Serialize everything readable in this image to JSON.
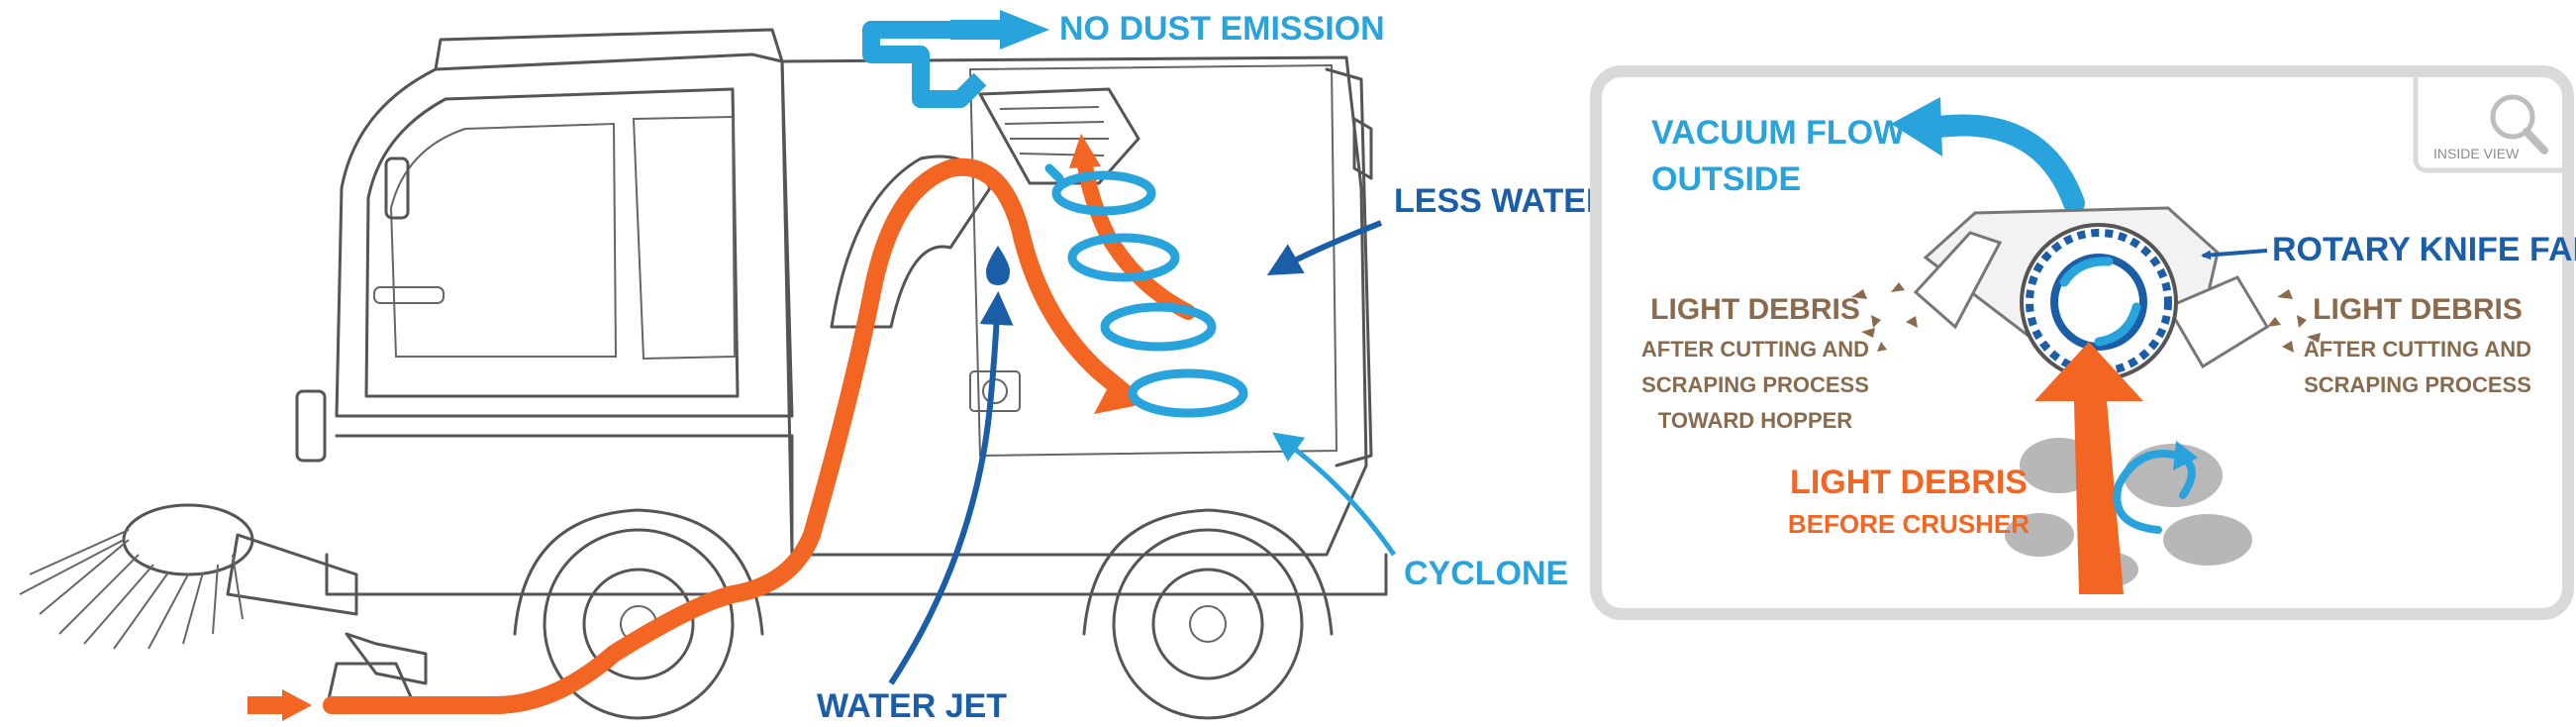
{
  "colors": {
    "light_blue": "#29a3dc",
    "navy": "#1b5ea8",
    "orange": "#f26522",
    "tan": "#8a6a4c",
    "panel_border": "#d9d9d9"
  },
  "labels": {
    "no_dust_emission": "NO DUST EMISSION",
    "less_water": "LESS WATER",
    "cyclone": "CYCLONE",
    "water_jet": "WATER JET"
  },
  "inset": {
    "corner_label": "INSIDE VIEW",
    "corner_icon": "magnifier-icon",
    "vacuum_line1": "VACUUM FLOW",
    "vacuum_line2": "OUTSIDE",
    "rotary_knife_fan": "ROTARY KNIFE FAN",
    "left_title": "LIGHT DEBRIS",
    "left_sub1": "AFTER CUTTING AND",
    "left_sub2": "SCRAPING PROCESS",
    "left_sub3": "TOWARD HOPPER",
    "right_title": "LIGHT DEBRIS",
    "right_sub1": "AFTER CUTTING AND",
    "right_sub2": "SCRAPING PROCESS",
    "bottom_title": "LIGHT DEBRIS",
    "bottom_sub": "BEFORE CRUSHER"
  }
}
